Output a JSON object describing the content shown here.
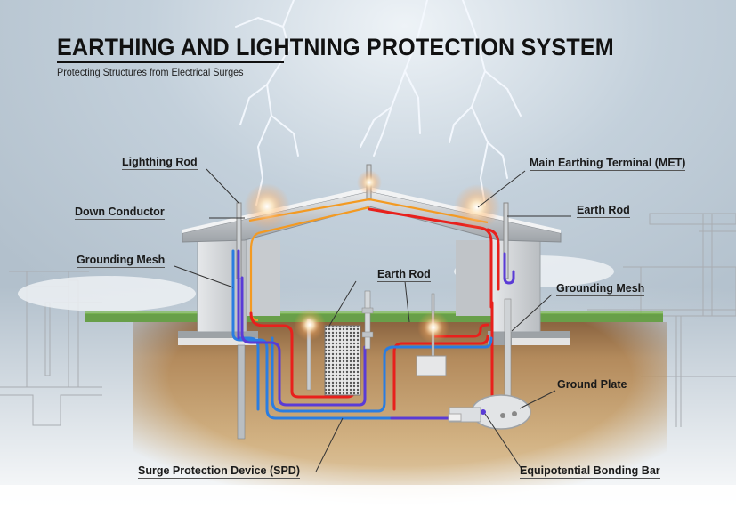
{
  "header": {
    "title": "EARTHING AND LIGHTNING PROTECTION SYSTEM",
    "subtitle": "Protecting Structures from Electrical Surges"
  },
  "labels": {
    "lightning_rod": "Lighthing Rod",
    "down_conductor": "Down Conductor",
    "grounding_mesh_left": "Grounding Mesh",
    "main_earthing_terminal": "Main Earthing Terminal (MET)",
    "earth_rod_right": "Earth Rod",
    "grounding_mesh_right": "Grounding Mesh",
    "earth_rod_center": "Earth Rod",
    "ground_plate": "Ground Plate",
    "surge_protection_device": "Surge Protection Device (SPD)",
    "equipotential_bonding_bar": "Equipotential Bonding Bar"
  },
  "colors": {
    "sky": "#b9c7d3",
    "soil": "#c9a67a",
    "grass": "#5e9a3a",
    "conductor_red": "#e8201c",
    "conductor_blue": "#2a7de1",
    "conductor_purple": "#5a3bd6",
    "conductor_orange": "#f39a22",
    "concrete": "#d4d7da"
  }
}
